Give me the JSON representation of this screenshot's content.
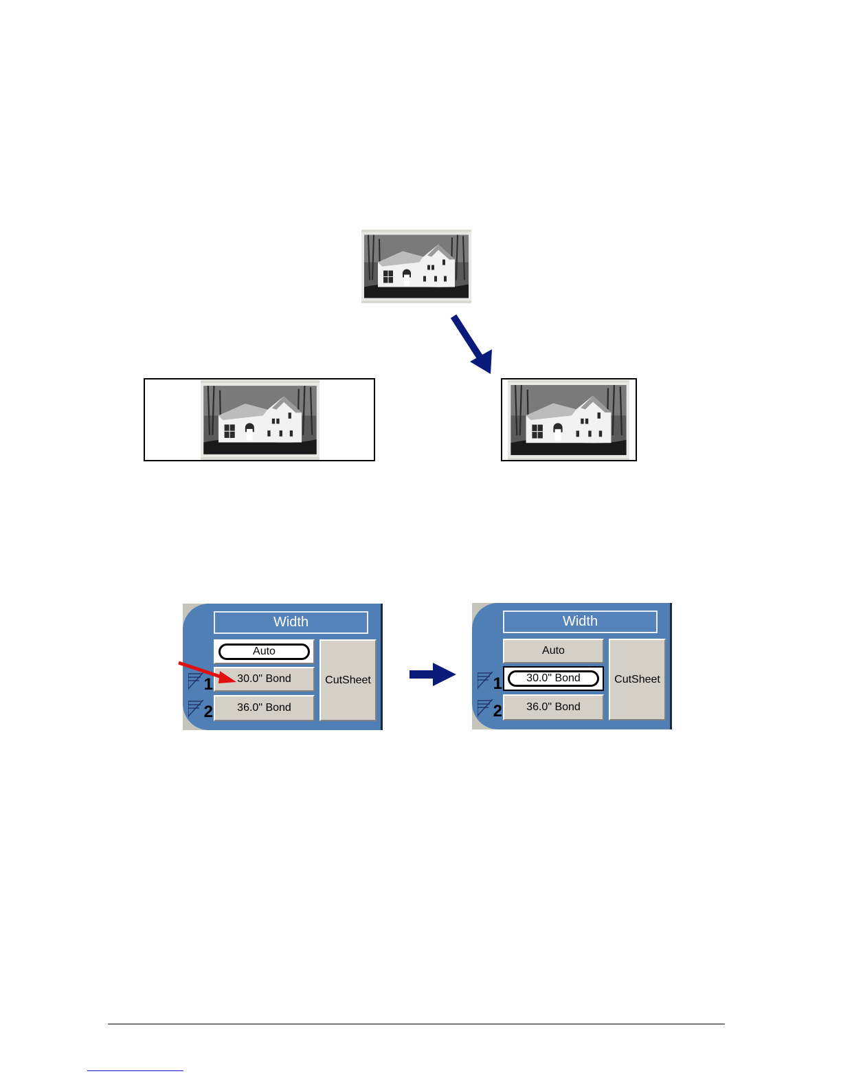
{
  "panels": {
    "before": {
      "header": "Width",
      "auto": "Auto",
      "roll1": "30.0\" Bond",
      "roll2": "36.0\" Bond",
      "cutsheet": "CutSheet",
      "roll1_number": "1",
      "roll2_number": "2",
      "selected": "auto"
    },
    "after": {
      "header": "Width",
      "auto": "Auto",
      "roll1": "30.0\" Bond",
      "roll2": "36.0\" Bond",
      "cutsheet": "CutSheet",
      "roll1_number": "1",
      "roll2_number": "2",
      "selected": "roll1"
    }
  },
  "colors": {
    "pointer_arrow": "#e01010",
    "step_arrow": "#0a1a7a",
    "panel_blue": "#4f7fb5"
  },
  "icons": [
    "house-photo",
    "arrow-down-right-icon",
    "arrow-right-icon",
    "pointer-arrow-icon",
    "paper-roll-icon"
  ]
}
